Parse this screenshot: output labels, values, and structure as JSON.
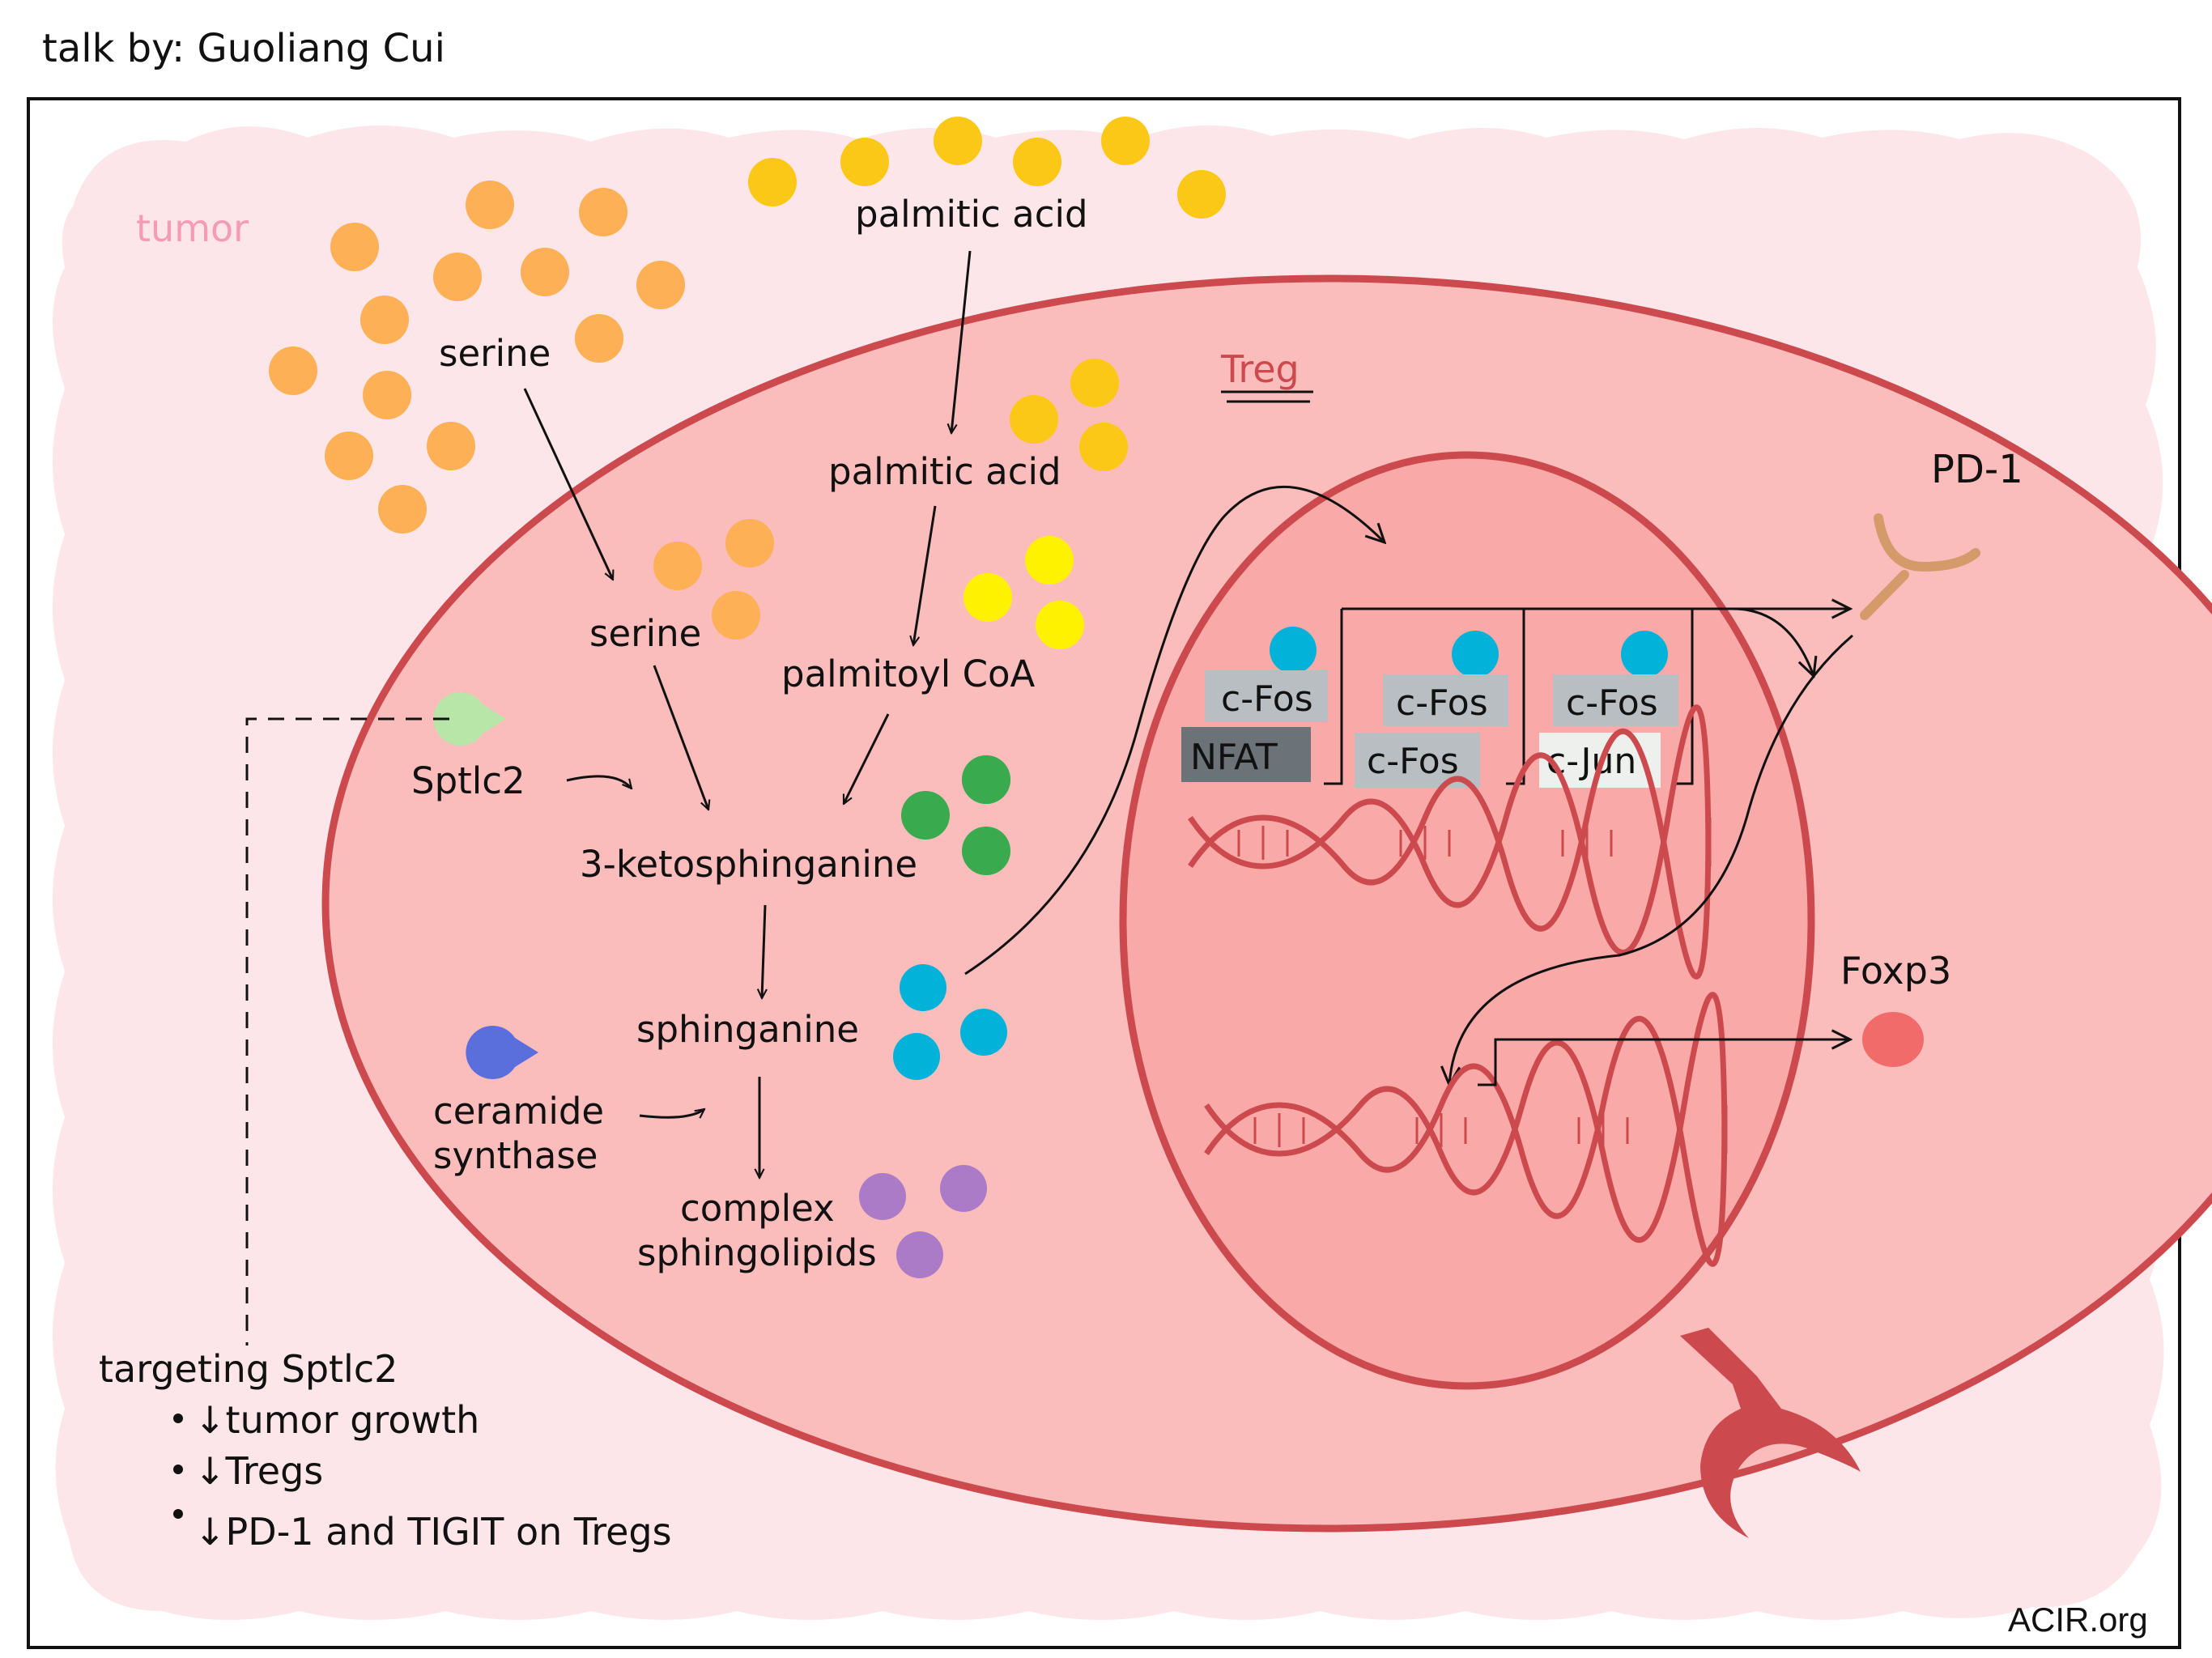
{
  "header": {
    "credit": "talk by: Guoliang Cui"
  },
  "regions": {
    "tumor_label": "tumor",
    "treg_label": "Treg"
  },
  "metabolites": {
    "palmitic_acid_outside": "palmitic acid",
    "palmitic_acid_inside": "palmitic acid",
    "palmitoyl_coa": "palmitoyl CoA",
    "serine_outside": "serine",
    "serine_inside": "serine",
    "ketosphinganine": "3-ketosphinganine",
    "sphinganine": "sphinganine",
    "complex_line1": "complex",
    "complex_line2": "sphingolipids"
  },
  "enzymes": {
    "sptlc2": "Sptlc2",
    "ceramide_line1": "ceramide",
    "ceramide_line2": "synthase"
  },
  "transcription": {
    "c1_top": "c-Fos",
    "c1_bottom": "NFAT",
    "c2_top": "c-Fos",
    "c2_bottom": "c-Fos",
    "c3_top": "c-Fos",
    "c3_bottom": "c-Jun"
  },
  "outputs": {
    "pd1": "PD-1",
    "foxp3": "Foxp3"
  },
  "targeting": {
    "title": "targeting Sptlc2",
    "items": [
      "↓tumor growth",
      "↓Tregs",
      "↓PD-1 and TIGIT on Tregs"
    ]
  },
  "footer": {
    "source": "ACIR.org"
  },
  "colors": {
    "tumor_bg": "#fde6ea",
    "cell": "#fbbcbc",
    "nucleus": "#f9aaa8",
    "membrane": "#cc4a4e",
    "serine": "#fdb056",
    "palmitic": "#fcc817",
    "palmitoyl": "#fef200",
    "keto": "#3aaa4e",
    "sphinganine": "#02b2d9",
    "complex": "#ab7bc8",
    "sptlc2": "#b8e6a8",
    "ceramide_synthase": "#5a6fdc",
    "foxp3": "#f26b6b",
    "pd1": "#d49a6a",
    "box_grey": "#b8bec2",
    "box_dark": "#6c7378",
    "box_light": "#eef0ee"
  }
}
